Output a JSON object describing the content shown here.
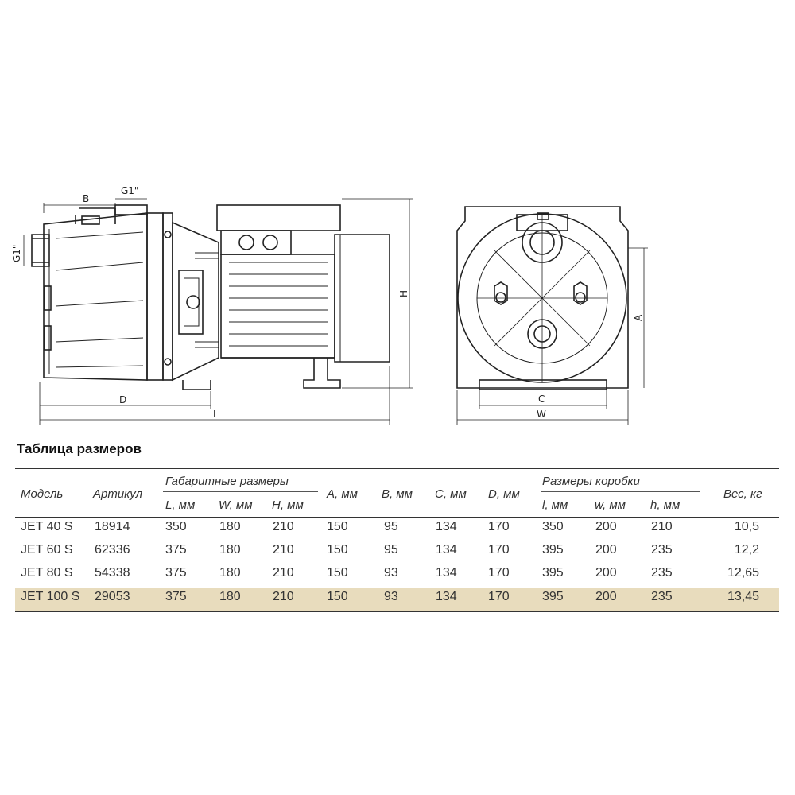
{
  "drawing": {
    "labels": {
      "b": "B",
      "g1_top": "G1\"",
      "g1_side": "G1\"",
      "d": "D",
      "l": "L",
      "h": "H",
      "a": "A",
      "c": "C",
      "w": "W"
    }
  },
  "table": {
    "title": "Таблица размеров",
    "groups": {
      "overall": "Габаритные размеры",
      "box": "Размеры коробки"
    },
    "headers": {
      "model": "Модель",
      "article": "Артикул",
      "L": "L, мм",
      "W": "W, мм",
      "H": "H, мм",
      "A": "A, мм",
      "B": "B, мм",
      "C": "C, мм",
      "D": "D, мм",
      "l": "l, мм",
      "w": "w, мм",
      "h": "h, мм",
      "weight": "Вес, кг"
    },
    "rows": [
      {
        "model": "JET 40 S",
        "article": "18914",
        "L": "350",
        "W": "180",
        "H": "210",
        "A": "150",
        "B": "95",
        "C": "134",
        "D": "170",
        "l": "350",
        "w": "200",
        "h": "210",
        "weight": "10,5"
      },
      {
        "model": "JET 60 S",
        "article": "62336",
        "L": "375",
        "W": "180",
        "H": "210",
        "A": "150",
        "B": "95",
        "C": "134",
        "D": "170",
        "l": "395",
        "w": "200",
        "h": "235",
        "weight": "12,2"
      },
      {
        "model": "JET 80 S",
        "article": "54338",
        "L": "375",
        "W": "180",
        "H": "210",
        "A": "150",
        "B": "93",
        "C": "134",
        "D": "170",
        "l": "395",
        "w": "200",
        "h": "235",
        "weight": "12,65"
      },
      {
        "model": "JET 100 S",
        "article": "29053",
        "L": "375",
        "W": "180",
        "H": "210",
        "A": "150",
        "B": "93",
        "C": "134",
        "D": "170",
        "l": "395",
        "w": "200",
        "h": "235",
        "weight": "13,45"
      }
    ],
    "highlight_color": "#e8dcbd"
  }
}
